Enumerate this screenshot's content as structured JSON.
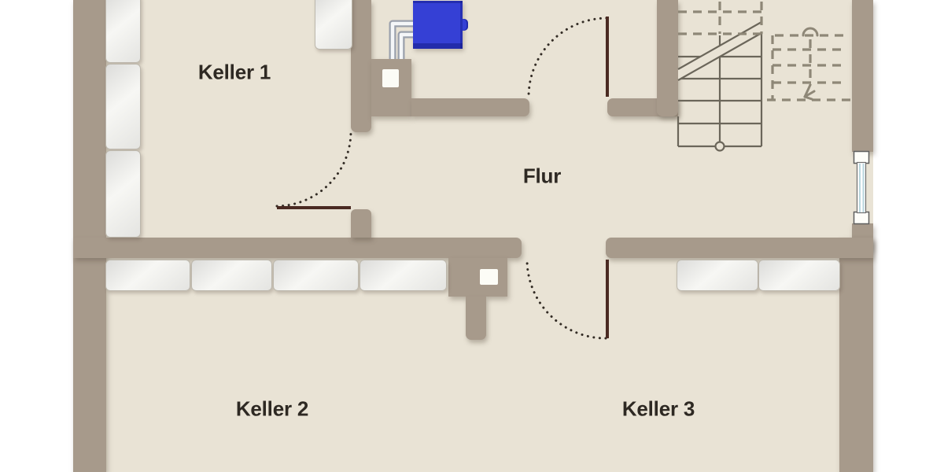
{
  "rooms": {
    "keller1": {
      "label": "Keller 1"
    },
    "flur": {
      "label": "Flur"
    },
    "keller2": {
      "label": "Keller 2"
    },
    "keller3": {
      "label": "Keller 3"
    }
  },
  "colors": {
    "wall": "#a79a8b",
    "floor": "#e9e3d5",
    "margin": "#ffffff",
    "boiler": "#3540d5",
    "door_leaf": "#4a2a22",
    "insulation": "#ececea",
    "stair_line": "#6b665a",
    "stair_dashed": "#8e8777",
    "swing_arc": "#332c25",
    "window_glass": "#b9d6dd",
    "text": "#2e2923"
  }
}
